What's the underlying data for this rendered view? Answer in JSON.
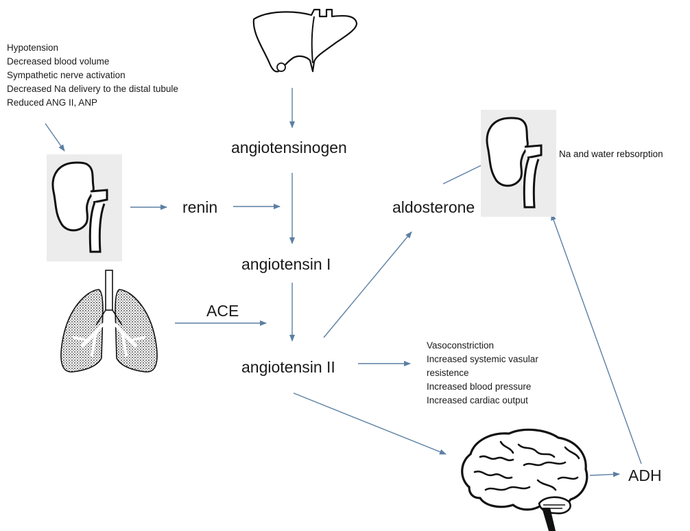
{
  "diagram": {
    "triggers": [
      "Hypotension",
      "Decreased blood volume",
      "Sympathetic nerve activation",
      "Decreased Na delivery to the distal tubule",
      "Reduced ANG II, ANP"
    ],
    "labels": {
      "angiotensinogen": "angiotensinogen",
      "renin": "renin",
      "angiotensin_1": "angiotensin I",
      "ace": "ACE",
      "angiotensin_2": "angiotensin II",
      "aldosterone": "aldosterone",
      "adh": "ADH",
      "na_water": "Na and water rebsorption"
    },
    "effects": [
      "Vasoconstriction",
      "Increased  systemic vasular",
      "resistence",
      "Increased blood pressure",
      "Increased cardiac output"
    ],
    "colors": {
      "arrow": "#5b7fa3",
      "organ_stroke": "#111111",
      "organ_bg": "#ececec"
    },
    "icons": [
      "liver-icon",
      "kidney-icon",
      "lungs-icon",
      "brain-icon"
    ]
  }
}
